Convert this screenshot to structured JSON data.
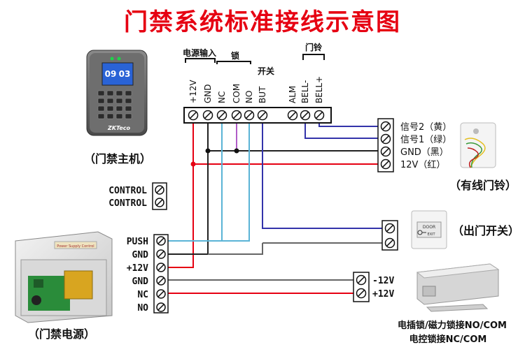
{
  "title": "门禁系统标准接线示意图",
  "groups": {
    "power_input": "电源输入",
    "lock": "锁",
    "switch": "开关",
    "doorbell": "门铃"
  },
  "top_terminals": [
    "+12V",
    "GND",
    "NC",
    "COM",
    "NO",
    "BUT",
    "ALM",
    "BELL-",
    "BELL+"
  ],
  "controller": {
    "label": "（门禁主机）",
    "screen_left": "09",
    "screen_right": "03",
    "brand": "ZKTeco"
  },
  "control_terminals": [
    "CONTROL",
    "CONTROL"
  ],
  "power_terminals": [
    "PUSH",
    "GND",
    "+12V",
    "GND",
    "NC",
    "NO"
  ],
  "power_supply": {
    "label": "（门禁电源）",
    "plate": "Power Supply Control"
  },
  "bell_terminals": [
    "信号2（黄）",
    "信号1（绿）",
    "GND（黑）",
    "12V（红）"
  ],
  "bell_label": "（有线门铃）",
  "exit_button": {
    "label": "（出门开关）",
    "text_top": "DOOR",
    "text_bottom": "EXIT"
  },
  "lock_terminals": [
    "-12V",
    "+12V"
  ],
  "lock_note": [
    "电插锁/磁力锁接NO/COM",
    "电控锁接NC/COM"
  ],
  "colors": {
    "red": "#e60012",
    "blue": "#3333aa",
    "cyan": "#5ab4d6",
    "gray": "#555555",
    "black": "#111111",
    "purple": "#b05cc8"
  }
}
